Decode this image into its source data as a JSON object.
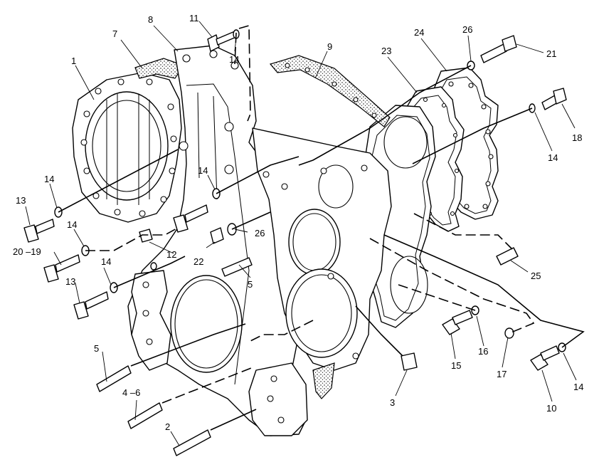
{
  "diagram": {
    "callouts": [
      {
        "id": "c1",
        "text": "1"
      },
      {
        "id": "c7",
        "text": "7"
      },
      {
        "id": "c8",
        "text": "8"
      },
      {
        "id": "c11",
        "text": "11"
      },
      {
        "id": "c14a",
        "text": "14"
      },
      {
        "id": "c9",
        "text": "9"
      },
      {
        "id": "c24",
        "text": "24"
      },
      {
        "id": "c26a",
        "text": "26"
      },
      {
        "id": "c23",
        "text": "23"
      },
      {
        "id": "c21",
        "text": "21"
      },
      {
        "id": "c18",
        "text": "18"
      },
      {
        "id": "c14b",
        "text": "14"
      },
      {
        "id": "c14c",
        "text": "14"
      },
      {
        "id": "c13a",
        "text": "13"
      },
      {
        "id": "c14d",
        "text": "14"
      },
      {
        "id": "c14e",
        "text": "14"
      },
      {
        "id": "c20_19",
        "text": "20 –19"
      },
      {
        "id": "c12",
        "text": "12"
      },
      {
        "id": "c26b",
        "text": "26"
      },
      {
        "id": "c22",
        "text": "22"
      },
      {
        "id": "c14f",
        "text": "14"
      },
      {
        "id": "c13b",
        "text": "13"
      },
      {
        "id": "c5a",
        "text": "5"
      },
      {
        "id": "c25",
        "text": "25"
      },
      {
        "id": "c5b",
        "text": "5"
      },
      {
        "id": "c4_6",
        "text": "4 –6"
      },
      {
        "id": "c2",
        "text": "2"
      },
      {
        "id": "c3",
        "text": "3"
      },
      {
        "id": "c15",
        "text": "15"
      },
      {
        "id": "c16",
        "text": "16"
      },
      {
        "id": "c17",
        "text": "17"
      },
      {
        "id": "c10",
        "text": "10"
      },
      {
        "id": "c14g",
        "text": "14"
      }
    ]
  }
}
